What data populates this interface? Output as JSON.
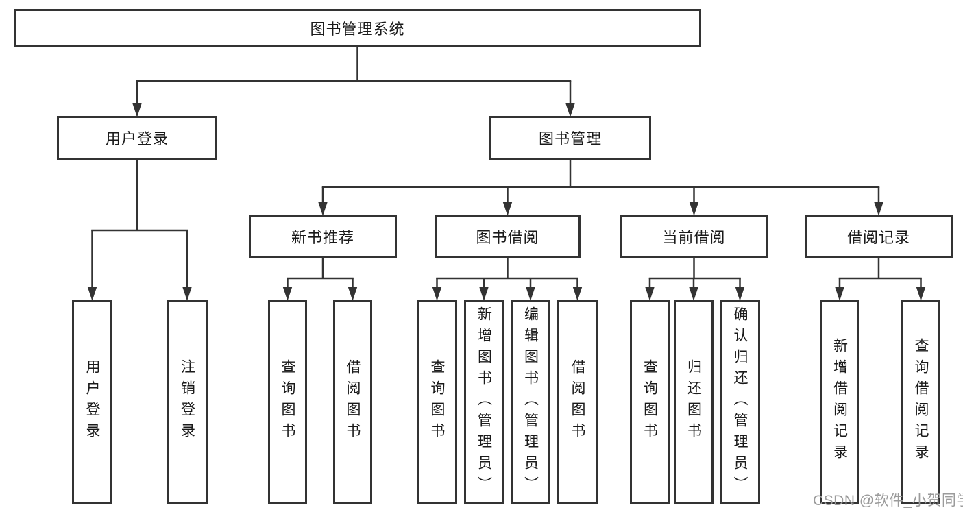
{
  "diagram": {
    "title": "图书管理系统",
    "nodes": [
      {
        "id": "root",
        "label": "图书管理系统",
        "orient": "h"
      },
      {
        "id": "user-login",
        "label": "用户登录",
        "orient": "h"
      },
      {
        "id": "book-mgmt",
        "label": "图书管理",
        "orient": "h"
      },
      {
        "id": "new-book-rec",
        "label": "新书推荐",
        "orient": "h"
      },
      {
        "id": "book-borrow",
        "label": "图书借阅",
        "orient": "h"
      },
      {
        "id": "current-borrow",
        "label": "当前借阅",
        "orient": "h"
      },
      {
        "id": "borrow-records",
        "label": "借阅记录",
        "orient": "h"
      },
      {
        "id": "leaf-user-login",
        "label": "用户登录",
        "orient": "v"
      },
      {
        "id": "leaf-logout",
        "label": "注销登录",
        "orient": "v"
      },
      {
        "id": "leaf-query-new",
        "label": "查询图书",
        "orient": "v"
      },
      {
        "id": "leaf-borrow-new",
        "label": "借阅图书",
        "orient": "v"
      },
      {
        "id": "leaf-query-bb",
        "label": "查询图书",
        "orient": "v"
      },
      {
        "id": "leaf-add-book",
        "label": "新增图书（管理员）",
        "orient": "v"
      },
      {
        "id": "leaf-edit-book",
        "label": "编辑图书（管理员）",
        "orient": "v"
      },
      {
        "id": "leaf-borrow-bb",
        "label": "借阅图书",
        "orient": "v"
      },
      {
        "id": "leaf-query-cur",
        "label": "查询图书",
        "orient": "v"
      },
      {
        "id": "leaf-return",
        "label": "归还图书",
        "orient": "v"
      },
      {
        "id": "leaf-confirm",
        "label": "确认归还（管理员）",
        "orient": "v"
      },
      {
        "id": "leaf-add-rec",
        "label": "新增借阅记录",
        "orient": "v"
      },
      {
        "id": "leaf-query-rec",
        "label": "查询借阅记录",
        "orient": "v"
      }
    ],
    "edges": [
      {
        "parent": "root",
        "children": [
          "user-login",
          "book-mgmt"
        ]
      },
      {
        "parent": "user-login",
        "children": [
          "leaf-user-login",
          "leaf-logout"
        ]
      },
      {
        "parent": "book-mgmt",
        "children": [
          "new-book-rec",
          "book-borrow",
          "current-borrow",
          "borrow-records"
        ]
      },
      {
        "parent": "new-book-rec",
        "children": [
          "leaf-query-new",
          "leaf-borrow-new"
        ]
      },
      {
        "parent": "book-borrow",
        "children": [
          "leaf-query-bb",
          "leaf-add-book",
          "leaf-edit-book",
          "leaf-borrow-bb"
        ]
      },
      {
        "parent": "current-borrow",
        "children": [
          "leaf-query-cur",
          "leaf-return",
          "leaf-confirm"
        ]
      },
      {
        "parent": "borrow-records",
        "children": [
          "leaf-add-rec",
          "leaf-query-rec"
        ]
      }
    ]
  },
  "watermark": {
    "text": "CSDN @软件_小贺同学"
  },
  "colors": {
    "line": "#333333",
    "box_border": "#333333",
    "box_fill": "#ffffff",
    "text": "#1a1a1a",
    "watermark": "#9b9b9b"
  }
}
